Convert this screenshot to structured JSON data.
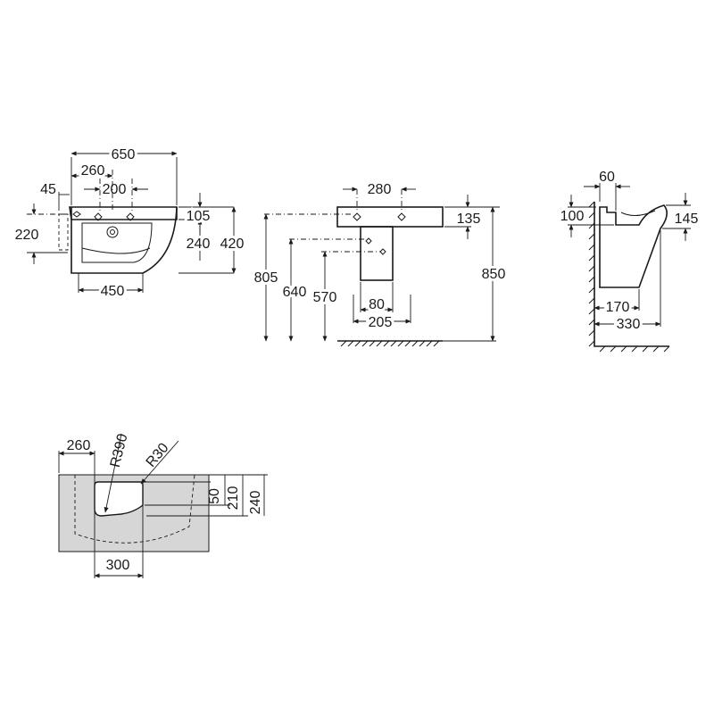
{
  "dimensions": {
    "front": {
      "total_width": "650",
      "tap_offset": "260",
      "left_margin": "45",
      "hole_spacing": "200",
      "fix_height": "220",
      "back_depth": "105",
      "inner_depth": "240",
      "total_depth": "420",
      "bowl_width": "450"
    },
    "side": {
      "fix_spacing": "280",
      "rim_height": "135",
      "basin_height": "805",
      "waste_height_1": "640",
      "waste_height_2": "570",
      "pedestal_width": "80",
      "pedestal_depth": "205",
      "total_height": "850"
    },
    "profile": {
      "rim_offset": "60",
      "top_depth": "100",
      "rim_thickness": "145",
      "wall_gap": "170",
      "projection": "330"
    },
    "cutout": {
      "offset": "260",
      "radius_large": "R390",
      "radius_small": "R30",
      "depth_1": "50",
      "depth_2": "210",
      "depth_3": "240",
      "width": "300"
    }
  }
}
